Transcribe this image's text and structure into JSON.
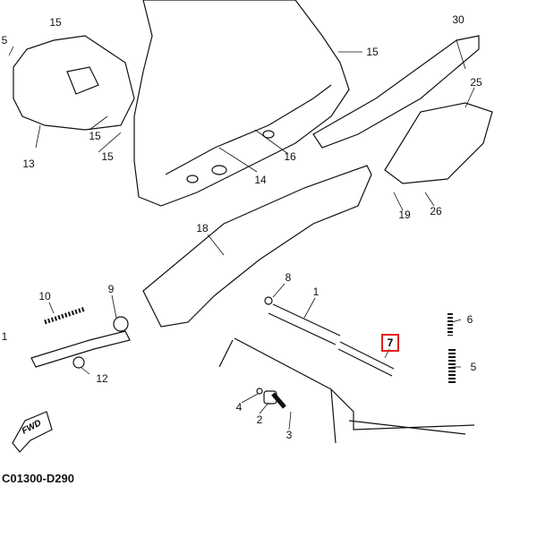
{
  "diagram_code": "C01300-D290",
  "fwd_label": "FWD",
  "highlighted_part": "7",
  "colors": {
    "highlight": "#e0201f",
    "line": "#111111"
  },
  "callouts": [
    "15",
    "5",
    "15",
    "30",
    "25",
    "13",
    "15",
    "15",
    "14",
    "16",
    "19",
    "26",
    "18",
    "8",
    "1",
    "10",
    "9",
    "7",
    "6",
    "5",
    "1",
    "12",
    "4",
    "2",
    "3"
  ]
}
